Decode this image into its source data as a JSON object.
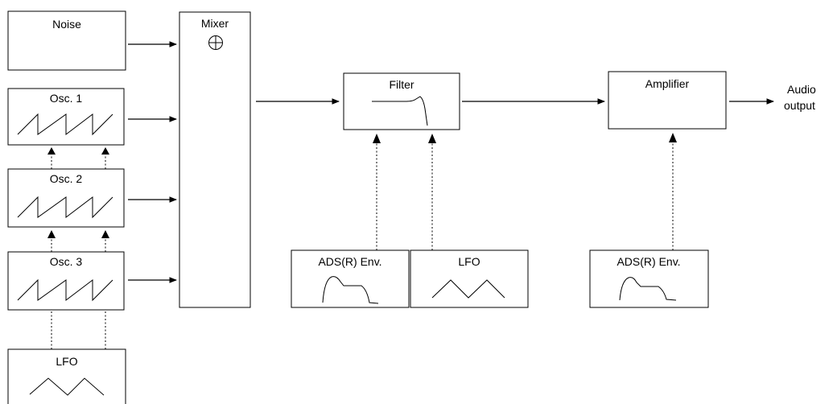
{
  "blocks": {
    "noise": "Noise",
    "osc1": "Osc. 1",
    "osc2": "Osc. 2",
    "osc3": "Osc. 3",
    "lfo_osc": "LFO",
    "mixer": "Mixer",
    "filter": "Filter",
    "amplifier": "Amplifier",
    "filter_env": "ADS(R) Env.",
    "filter_lfo": "LFO",
    "amp_env": "ADS(R) Env."
  },
  "output": {
    "line1": "Audio",
    "line2": "output"
  },
  "icons": {
    "mixer_symbol": "circled-plus-icon",
    "oscillator_waveform": "sawtooth-wave-icon",
    "lfo_waveform": "triangle-wave-icon",
    "envelope_shape": "adsr-envelope-icon",
    "filter_response": "lowpass-filter-curve-icon"
  }
}
